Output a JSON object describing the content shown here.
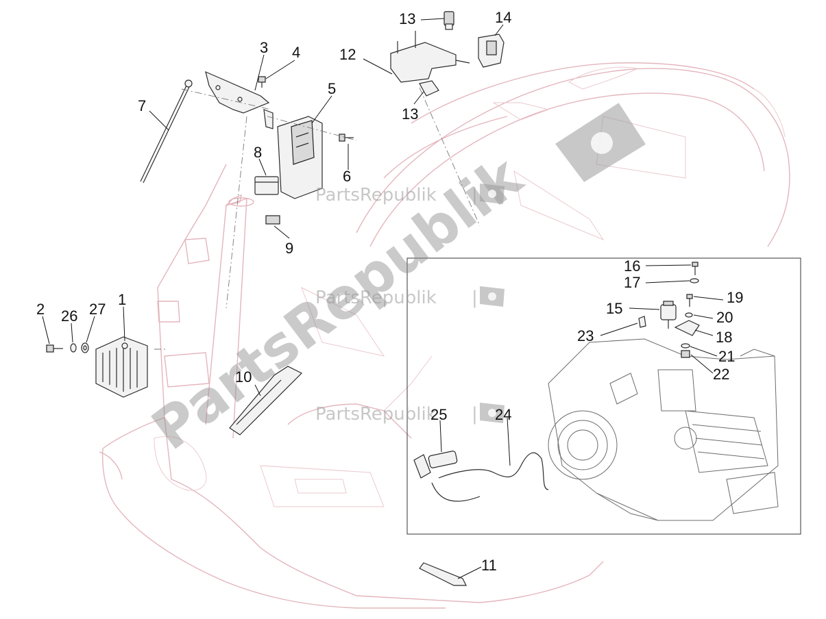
{
  "watermark": {
    "brand": "PartsRepublik",
    "separator": "|"
  },
  "callouts": {
    "c1": "1",
    "c2": "2",
    "c3": "3",
    "c4": "4",
    "c5": "5",
    "c6": "6",
    "c7": "7",
    "c8": "8",
    "c9": "9",
    "c10": "10",
    "c11": "11",
    "c12": "12",
    "c13a": "13",
    "c13b": "13",
    "c14": "14",
    "c15": "15",
    "c16": "16",
    "c17": "17",
    "c18": "18",
    "c19": "19",
    "c20": "20",
    "c21": "21",
    "c22": "22",
    "c23": "23",
    "c24": "24",
    "c25": "25",
    "c26": "26",
    "c27": "27"
  },
  "icons": [
    "gear-flag-icon"
  ],
  "colors": {
    "frame_outline": "#e3b5bc",
    "part_stroke": "#2a2a2a",
    "watermark": "#9a9a9a",
    "background": "#ffffff"
  }
}
